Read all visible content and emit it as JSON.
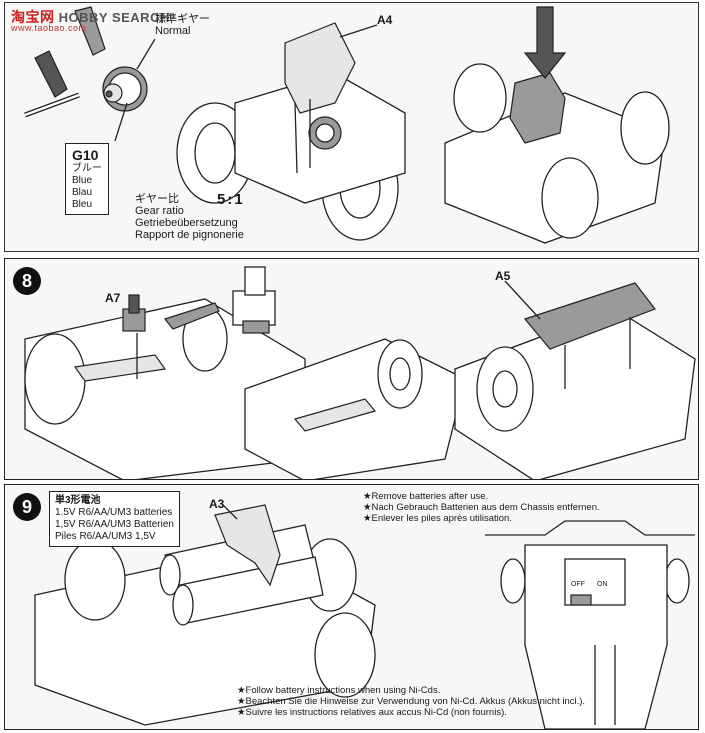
{
  "watermark": {
    "logo": "淘宝网",
    "brand": "HOBBY SEARCH",
    "site": "www.taobao.com"
  },
  "step1": {
    "gear_label": {
      "jp": "標準ギヤー",
      "en": "Normal"
    },
    "gear_part": {
      "code": "G10",
      "jp": "ブルー",
      "en": "Blue",
      "de": "Blau",
      "fr": "Bleu"
    },
    "part_a4": "A4",
    "ratio": {
      "jp": "ギヤー比",
      "value": "5:1",
      "en": "Gear ratio",
      "de": "Getriebeübersetzung",
      "fr": "Rapport de pignonerie"
    }
  },
  "step2": {
    "number": "8",
    "part_a7": "A7",
    "part_a5": "A5"
  },
  "step3": {
    "number": "9",
    "battery_box": {
      "jp": "単3形電池",
      "en": "1.5V R6/AA/UM3 batteries",
      "de": "1,5V R6/AA/UM3 Batterien",
      "fr": "Piles R6/AA/UM3 1,5V"
    },
    "part_a3": "A3",
    "remove_notes": [
      "★Remove batteries after use.",
      "★Nach Gebrauch Batterien aus dem Chassis entfernen.",
      "★Enlever les piles après utilisation."
    ],
    "switch": {
      "off": "OFF",
      "on": "ON"
    },
    "nicd_notes": [
      "★Follow battery instructions when using Ni-Cds.",
      "★Beachten Sie die Hinweise zur Verwendung von Ni-Cd. Akkus (Akkus nicht incl.).",
      "★Suivre les instructions relatives aux accus Ni-Cd (non fournis)."
    ]
  }
}
